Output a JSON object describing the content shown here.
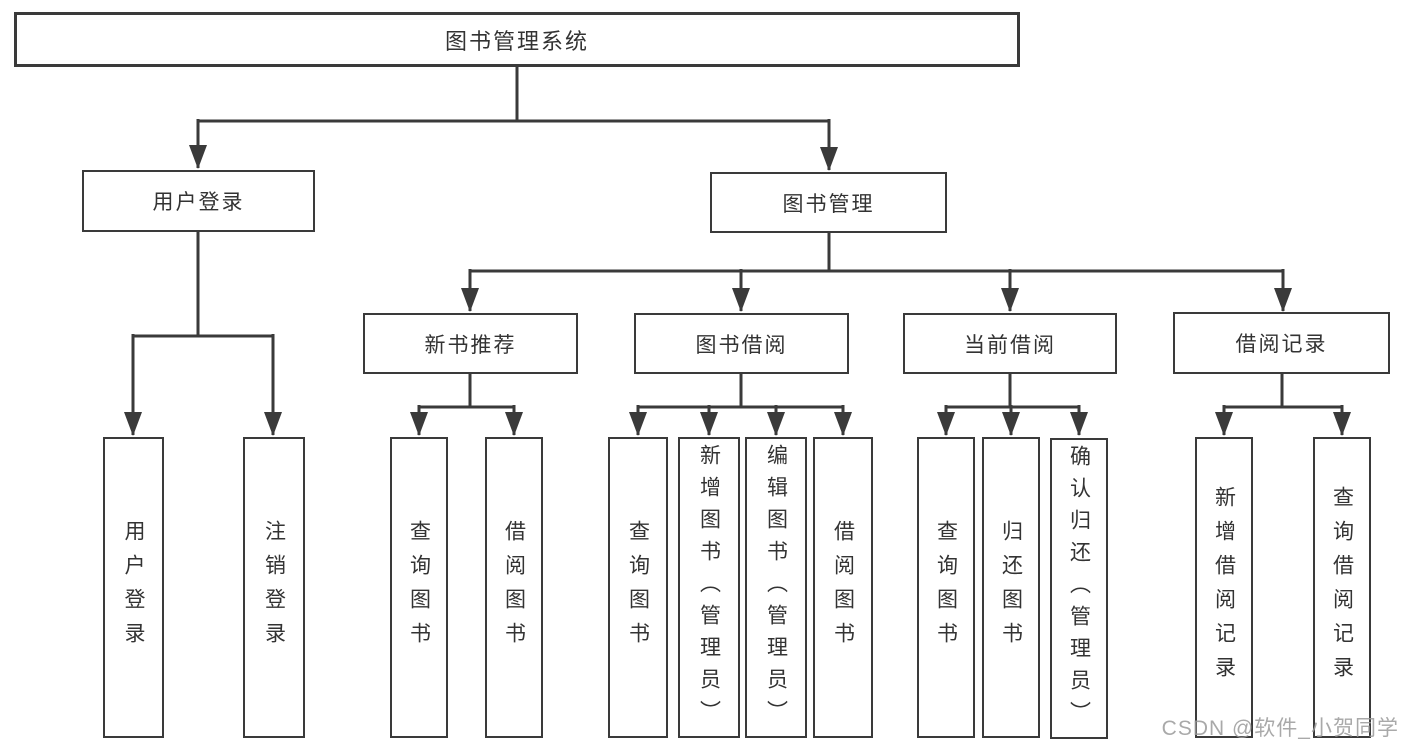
{
  "diagram": {
    "title": "图书管理系统",
    "type": "hierarchy-tree"
  },
  "tree": {
    "label": "图书管理系统",
    "children": [
      {
        "label": "用户登录",
        "children": [
          {
            "label": "用户登录"
          },
          {
            "label": "注销登录"
          }
        ]
      },
      {
        "label": "图书管理",
        "children": [
          {
            "label": "新书推荐",
            "children": [
              {
                "label": "查询图书"
              },
              {
                "label": "借阅图书"
              }
            ]
          },
          {
            "label": "图书借阅",
            "children": [
              {
                "label": "查询图书"
              },
              {
                "label": "新增图书（管理员）"
              },
              {
                "label": "编辑图书（管理员）"
              },
              {
                "label": "借阅图书"
              }
            ]
          },
          {
            "label": "当前借阅",
            "children": [
              {
                "label": "查询图书"
              },
              {
                "label": "归还图书"
              },
              {
                "label": "确认归还（管理员）"
              }
            ]
          },
          {
            "label": "借阅记录",
            "children": [
              {
                "label": "新增借阅记录"
              },
              {
                "label": "查询借阅记录"
              }
            ]
          }
        ]
      }
    ]
  },
  "watermark": {
    "text": "CSDN @软件_小贺同学"
  },
  "colors": {
    "line": "#3a3a3a",
    "box_border": "#3a3a3a",
    "box_background": "#ffffff",
    "text": "#333333",
    "watermark": "#9a9a9a",
    "background": "#ffffff"
  }
}
